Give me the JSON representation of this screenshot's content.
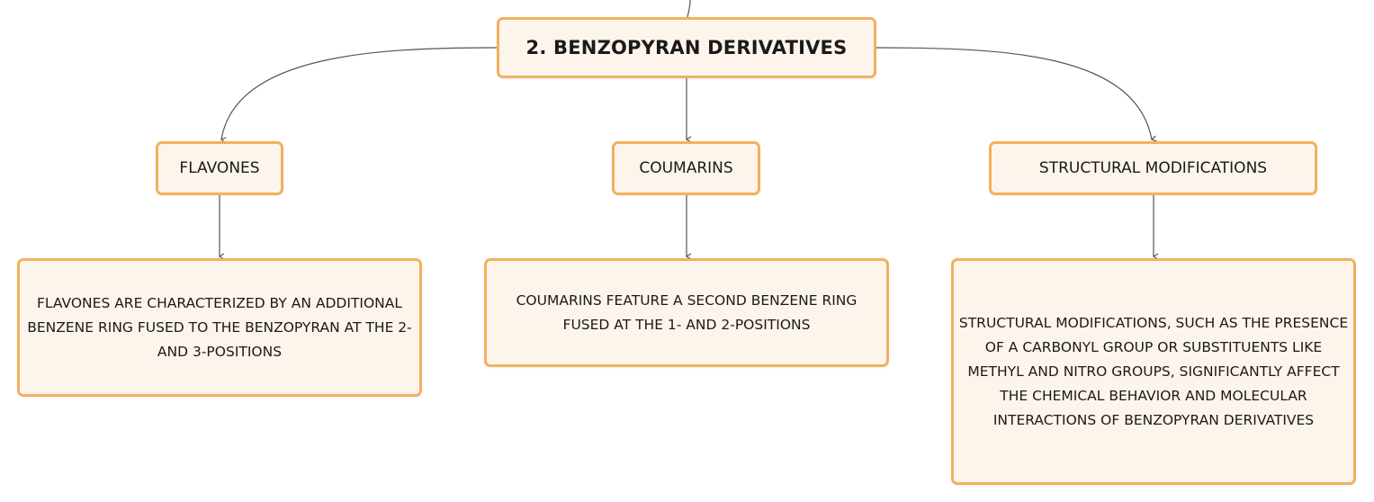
{
  "diagram": {
    "root": {
      "label": "2. BENZOPYRAN DERIVATIVES"
    },
    "categories": [
      {
        "label": "FLAVONES",
        "description": "FLAVONES ARE CHARACTERIZED BY AN ADDITIONAL BENZENE RING FUSED TO THE BENZOPYRAN AT THE 2- AND 3-POSITIONS"
      },
      {
        "label": "COUMARINS",
        "description": "COUMARINS FEATURE A SECOND BENZENE RING FUSED AT THE 1- AND 2-POSITIONS"
      },
      {
        "label": "STRUCTURAL MODIFICATIONS",
        "description": "STRUCTURAL MODIFICATIONS, SUCH AS THE PRESENCE OF A CARBONYL GROUP OR SUBSTITUENTS LIKE METHYL AND NITRO GROUPS, SIGNIFICANTLY AFFECT THE CHEMICAL BEHAVIOR AND MOLECULAR INTERACTIONS OF BENZOPYRAN DERIVATIVES"
      }
    ],
    "colors": {
      "node_border": "#f2b05f",
      "node_fill": "#fdf5ec",
      "connector": "#555555",
      "text": "#1a1a1a"
    }
  }
}
